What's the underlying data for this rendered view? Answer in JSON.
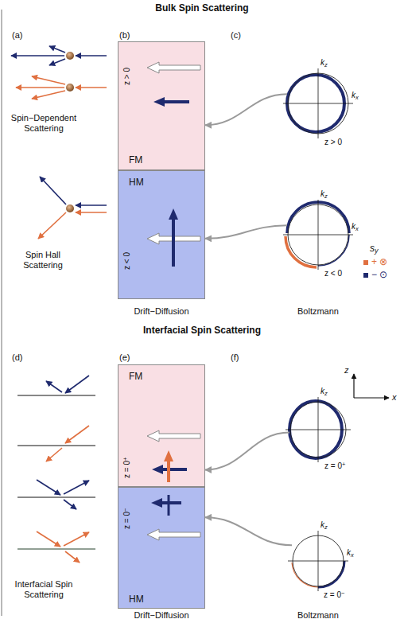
{
  "diagram": {
    "title": "Bulk Spin Scattering",
    "nodes": [
      {
        "text": [
          "z > 0",
          "FM"
        ]
      },
      {
        "text": [
          "z < 0",
          "HM"
        ]
      },
      {
        "text": [
          "kz",
          "kx",
          "z > 0"
        ]
      },
      {
        "text": [
          "kz",
          "kx",
          "z < 0"
        ]
      },
      {
        "text": [
          "z = 0+",
          "FM"
        ]
      },
      {
        "text": [
          "z = 0−",
          "HM"
        ]
      },
      {
        "text": [
          "kz",
          "z = 0+"
        ]
      },
      {
        "text": [
          "kz",
          "kx",
          "z = 0−"
        ]
      }
    ],
    "edges": [
      {
        "from": 2,
        "to": 0,
        "arrow": "to"
      },
      {
        "from": 3,
        "to": 1,
        "arrow": "to"
      },
      {
        "from": 6,
        "to": 4,
        "arrow": "to"
      },
      {
        "from": 7,
        "to": 5,
        "arrow": "to"
      }
    ],
    "labels": [
      "(a)",
      "(b)",
      "(c)",
      "Spin−Dependent Scattering",
      "Spin Hall Scattering",
      "Drift−Diffusion",
      "Boltzmann",
      "sy",
      "Interfacial Spin Scattering",
      "(d)",
      "(e)",
      "(f)",
      "z",
      "x",
      "Interfacial Spin Scattering",
      "Drift−Diffusion",
      "Boltzmann"
    ],
    "legend": [
      {
        "text": "+ ⊗",
        "color": "#e07040"
      },
      {
        "text": "− ⊙",
        "color": "#1f2a6e"
      }
    ]
  }
}
